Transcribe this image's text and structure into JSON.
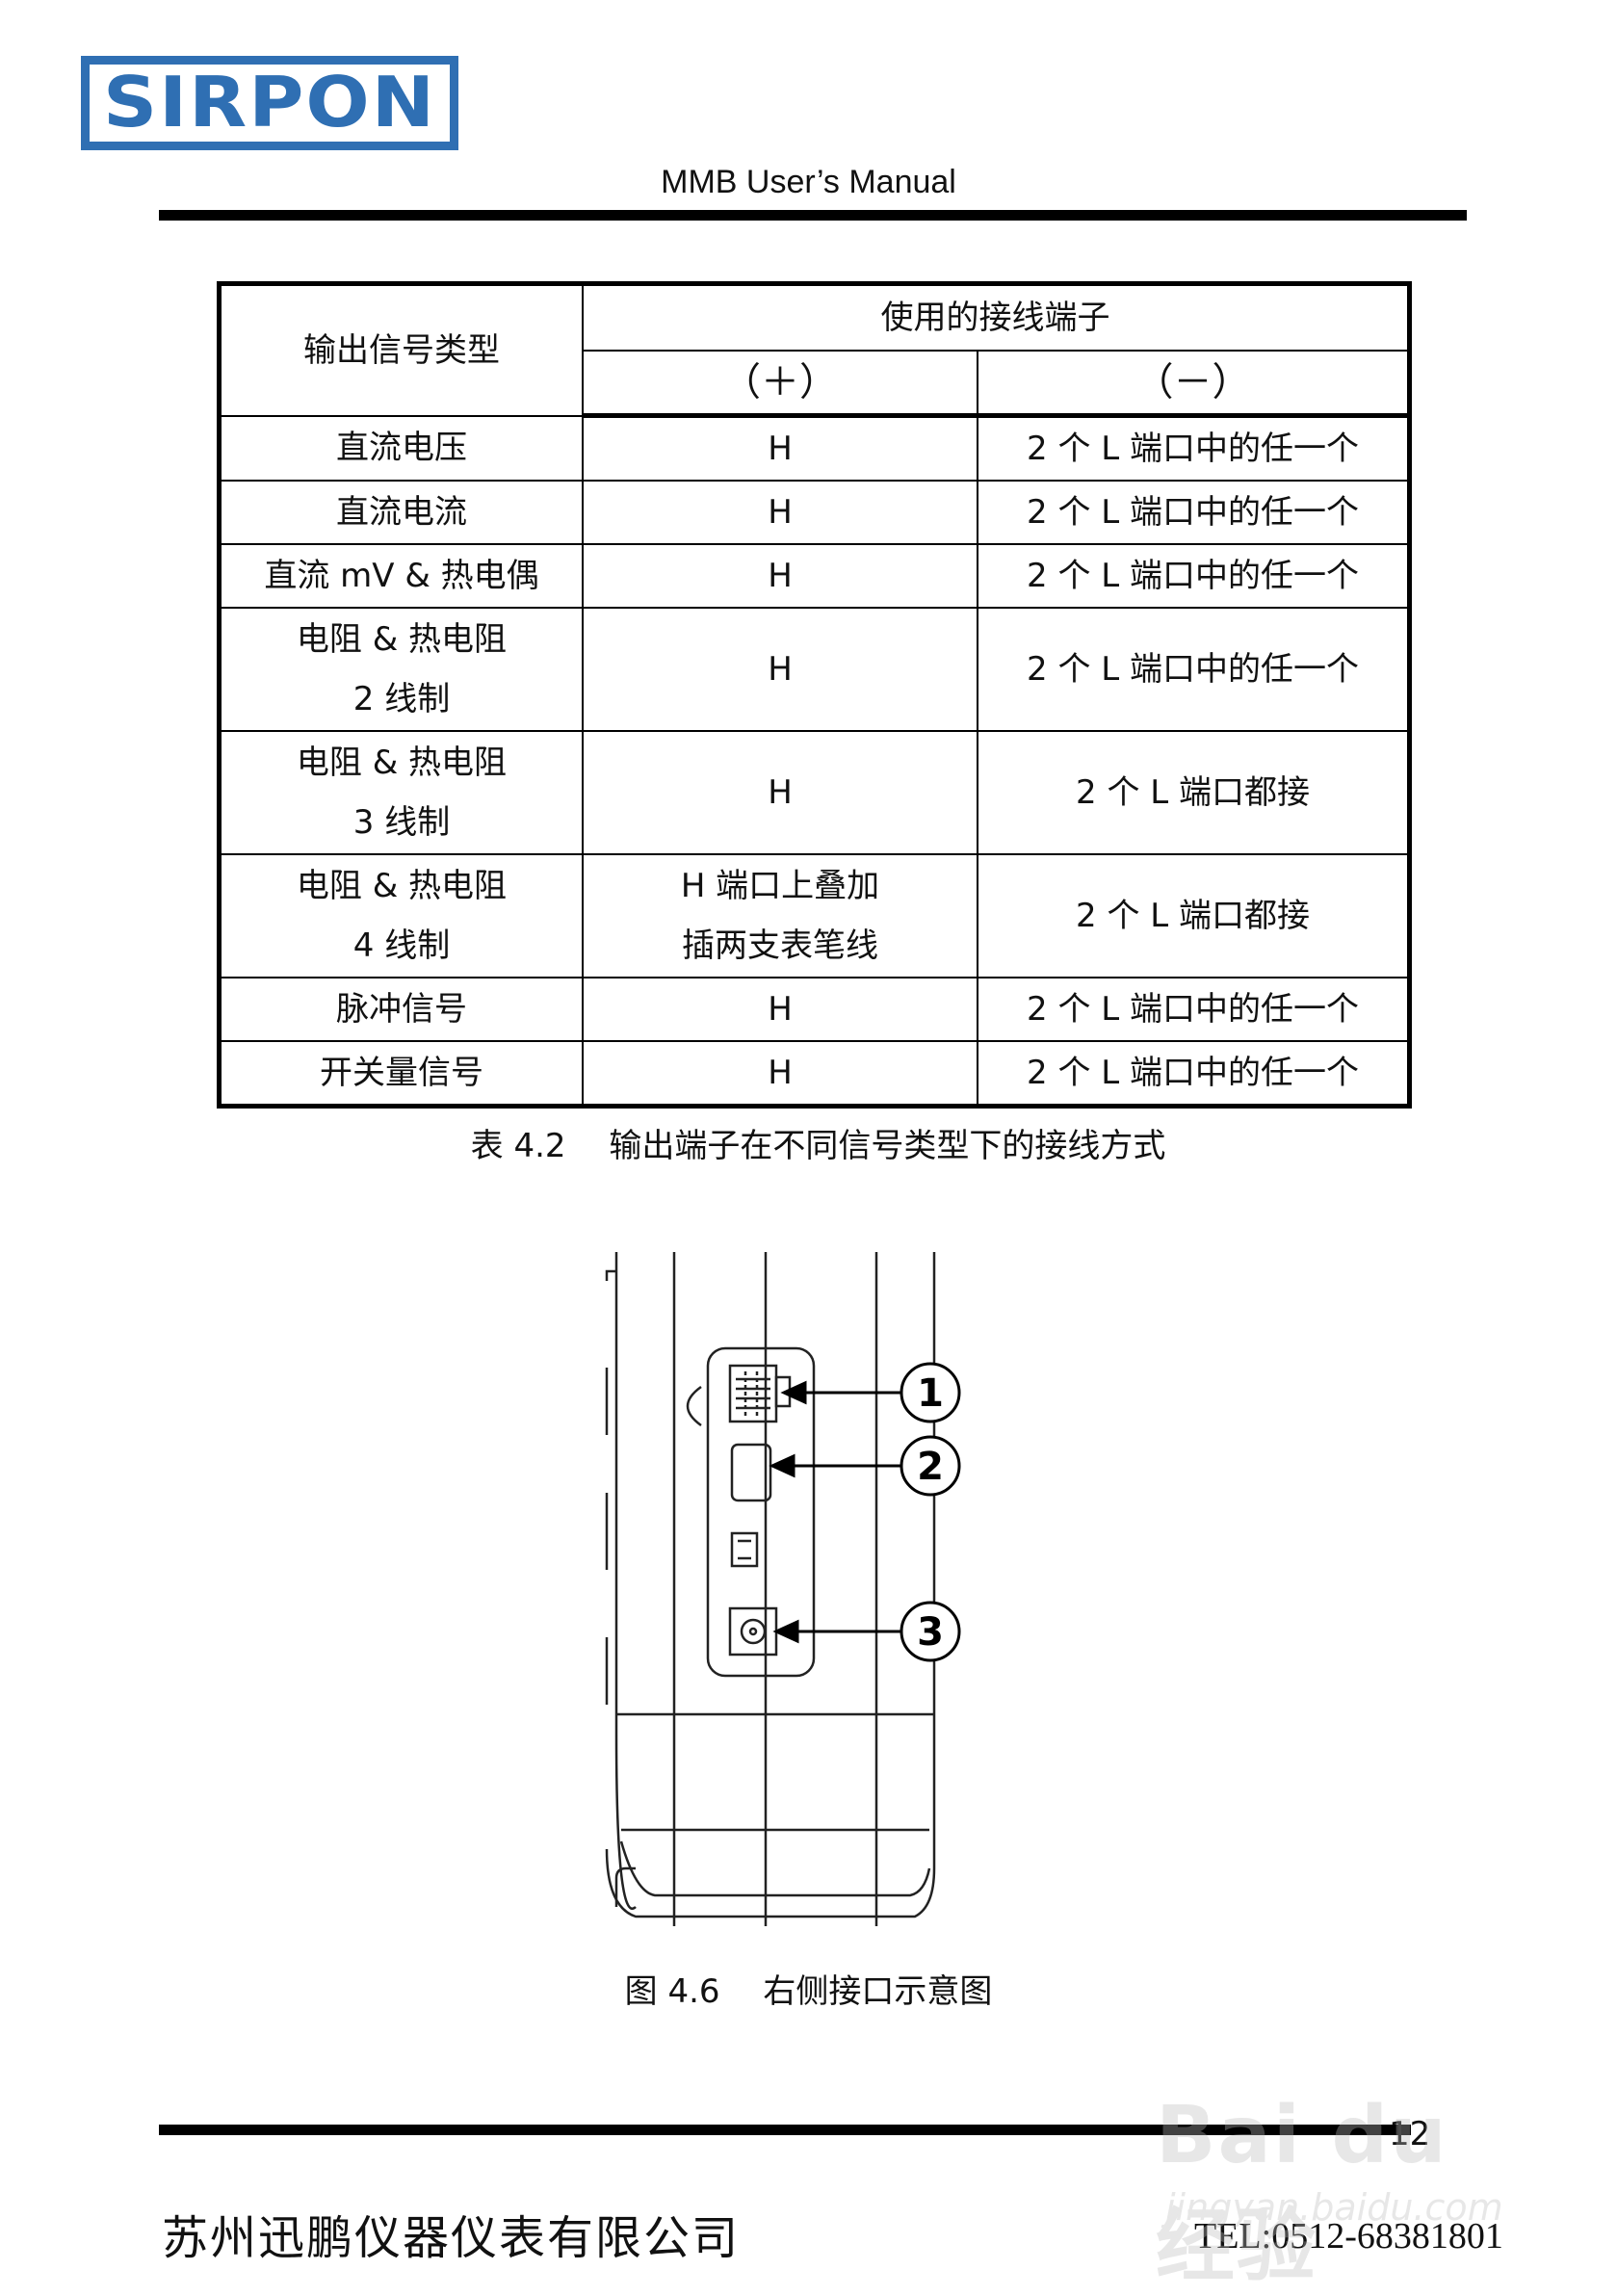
{
  "header": {
    "logo": "SIRPON",
    "title": "MMB User’s Manual"
  },
  "table": {
    "col1_header": "输出信号类型",
    "group_header": "使用的接线端子",
    "plus_header": "（＋）",
    "minus_header": "（－）",
    "rows": [
      {
        "type_line1": "直流电压",
        "type_line2": "",
        "plus_line1": "H",
        "plus_line2": "",
        "minus": "2 个 L 端口中的任一个"
      },
      {
        "type_line1": "直流电流",
        "type_line2": "",
        "plus_line1": "H",
        "plus_line2": "",
        "minus": "2 个 L 端口中的任一个"
      },
      {
        "type_line1": "直流 mV & 热电偶",
        "type_line2": "",
        "plus_line1": "H",
        "plus_line2": "",
        "minus": "2 个 L 端口中的任一个"
      },
      {
        "type_line1": "电阻 & 热电阻",
        "type_line2": "2 线制",
        "plus_line1": "H",
        "plus_line2": "",
        "minus": "2 个 L 端口中的任一个"
      },
      {
        "type_line1": "电阻 & 热电阻",
        "type_line2": "3 线制",
        "plus_line1": "H",
        "plus_line2": "",
        "minus": "2 个 L 端口都接"
      },
      {
        "type_line1": "电阻 & 热电阻",
        "type_line2": "4 线制",
        "plus_line1": "H 端口上叠加",
        "plus_line2": "插两支表笔线",
        "minus": "2 个 L 端口都接"
      },
      {
        "type_line1": "脉冲信号",
        "type_line2": "",
        "plus_line1": "H",
        "plus_line2": "",
        "minus": "2 个 L 端口中的任一个"
      },
      {
        "type_line1": "开关量信号",
        "type_line2": "",
        "plus_line1": "H",
        "plus_line2": "",
        "minus": "2 个 L 端口中的任一个"
      }
    ],
    "caption": "表 4.2　 输出端子在不同信号类型下的接线方式"
  },
  "figure": {
    "callout_1": "1",
    "callout_2": "2",
    "callout_3": "3",
    "caption": "图 4.6　 右侧接口示意图"
  },
  "footer": {
    "page_number": "12",
    "company": "苏州迅鹏仪器仪表有限公司",
    "tel": "TEL:0512-68381801"
  },
  "watermark": {
    "main": "Bai du 经验",
    "sub": "jingyan.baidu.com"
  }
}
